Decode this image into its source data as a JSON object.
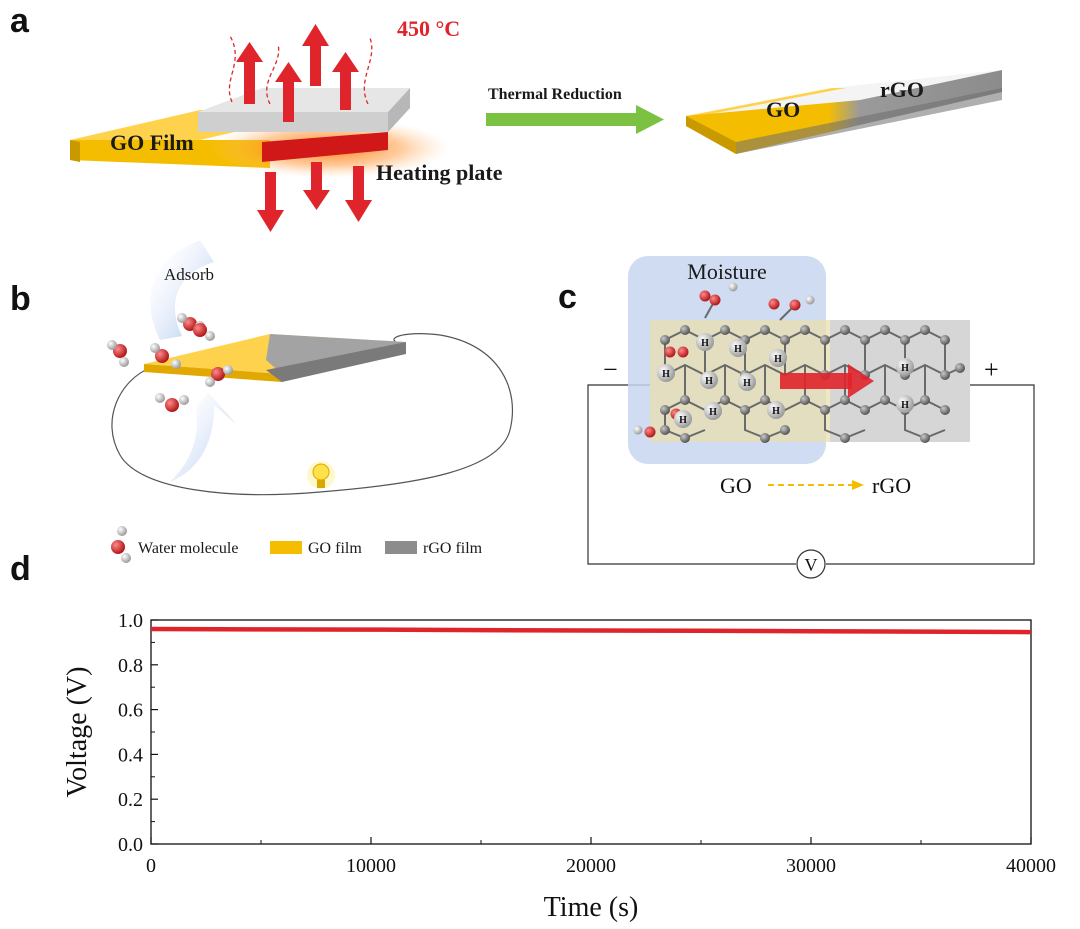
{
  "panel_a": {
    "letter": "a",
    "temperature": "450 °C",
    "go_film_label": "GO Film",
    "heating_plate_label": "Heating plate",
    "process_label": "Thermal Reduction",
    "result_go_label": "GO",
    "result_rgo_label": "rGO",
    "colors": {
      "go": "#f5bd00",
      "rgo": "#8c8c8c",
      "arrow_heat": "#e0242b",
      "arrow_process": "#7cc242"
    }
  },
  "panel_b": {
    "letter": "b",
    "adsorb_label": "Adsorb",
    "legend": {
      "water": "Water molecule",
      "go": "GO film",
      "rgo": "rGO film"
    },
    "icons": [
      "water-molecule-icon",
      "light-bulb-icon"
    ]
  },
  "panel_c": {
    "letter": "c",
    "moisture_label": "Moisture",
    "minus_sign": "−",
    "plus_sign": "+",
    "voltmeter_symbol": "V",
    "proton_symbol": "H",
    "go_label": "GO",
    "rgo_label": "rGO"
  },
  "panel_d": {
    "letter": "d"
  },
  "chart_data": {
    "type": "line",
    "title": "",
    "xlabel": "Time (s)",
    "ylabel": "Voltage (V)",
    "xlim": [
      0,
      40000
    ],
    "ylim": [
      0.0,
      1.0
    ],
    "x_ticks": [
      0,
      10000,
      20000,
      30000,
      40000
    ],
    "y_ticks": [
      "0.0",
      "0.2",
      "0.4",
      "0.6",
      "0.8",
      "1.0"
    ],
    "grid": false,
    "series": [
      {
        "color": "#e0242b",
        "x": [
          0,
          5000,
          10000,
          15000,
          20000,
          25000,
          30000,
          35000,
          40000
        ],
        "y": [
          0.96,
          0.958,
          0.957,
          0.955,
          0.953,
          0.952,
          0.95,
          0.948,
          0.946
        ]
      }
    ]
  }
}
